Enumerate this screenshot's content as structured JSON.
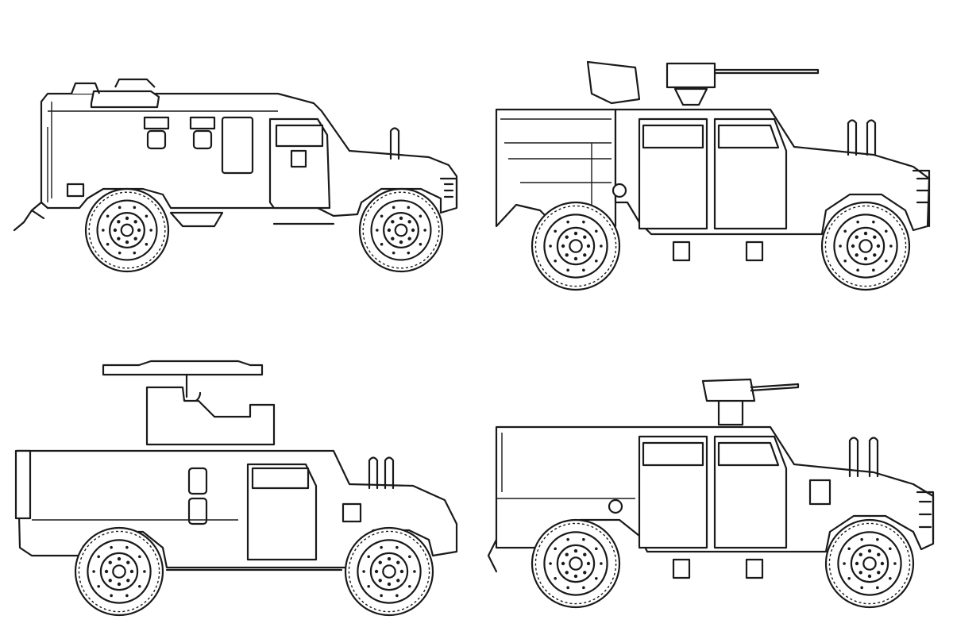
{
  "illustration": {
    "style": "black line art on white",
    "colors": {
      "line": "#1a1a1a",
      "background": "#ffffff"
    },
    "vehicles": [
      {
        "id": "armored-ambulance",
        "wheels": 2
      },
      {
        "id": "armored-pickup-with-mg-turret",
        "wheels": 2
      },
      {
        "id": "armored-vehicle-with-missile-launcher",
        "wheels": 2
      },
      {
        "id": "armored-vehicle-with-rws-gun",
        "wheels": 2
      }
    ]
  }
}
